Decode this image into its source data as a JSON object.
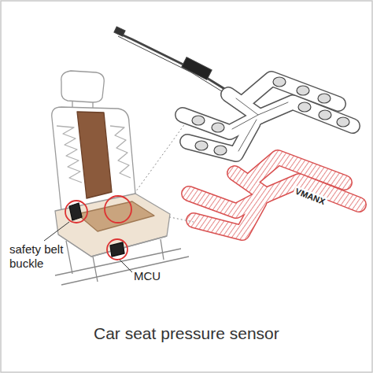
{
  "diagram": {
    "caption": "Car seat pressure sensor",
    "labels": [
      "safety belt buckle",
      "MCU",
      "VMANX"
    ]
  }
}
